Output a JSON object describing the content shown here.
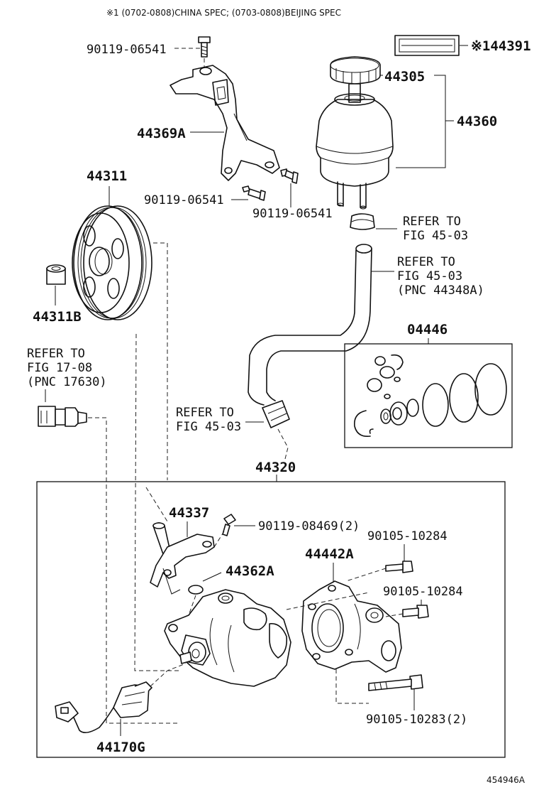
{
  "header_note": "※1 (0702-0808)CHINA SPEC; (0703-0808)BEIJING SPEC",
  "image_code": "454946A",
  "labels": {
    "bolt_top": "90119-06541",
    "part_44391": "※144391",
    "cap": "44305",
    "reservoir": "44360",
    "bracket": "44369A",
    "pulley": "44311",
    "bolt_mid_a": "90119-06541",
    "bolt_mid_b": "90119-06541",
    "spacer": "44311B",
    "kit": "04446",
    "pump_assy": "44320",
    "union": "44337",
    "bolt_union": "90119-08469(2)",
    "oring": "44362A",
    "housing": "44442A",
    "bolt_a": "90105-10284",
    "bolt_b": "90105-10284",
    "bolt_long": "90105-10283(2)",
    "switch": "44170G"
  },
  "refers": {
    "clamp": [
      "REFER TO",
      "FIG 45-03"
    ],
    "hose_top": [
      "REFER TO",
      "FIG 45-03",
      "(PNC 44348A)"
    ],
    "sensor": [
      "REFER TO",
      "FIG 17-08",
      "(PNC 17630)"
    ],
    "hose_bottom": [
      "REFER TO",
      "FIG 45-03"
    ]
  }
}
